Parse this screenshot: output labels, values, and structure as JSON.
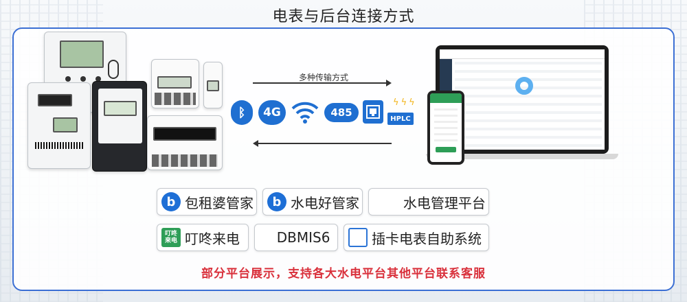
{
  "title": "电表与后台连接方式",
  "transmission_label": "多种传输方式",
  "protocols": {
    "bluetooth_icon": "bluetooth-icon",
    "fourg": "4G",
    "wifi_icon": "wifi-icon",
    "rs485": "485",
    "ethernet_icon": "ethernet-icon",
    "hplc": "HPLC"
  },
  "platforms": [
    {
      "name": "包租婆管家",
      "icon": "b-logo-icon"
    },
    {
      "name": "水电好管家",
      "icon": "b-logo-icon"
    },
    {
      "name": "水电管理平台",
      "icon": "house-gear-icon"
    },
    {
      "name": "叮咚来电",
      "icon": "dingdong-logo-icon",
      "logo_text": [
        "叮咚",
        "来电"
      ]
    },
    {
      "name": "DBMIS6",
      "icon": "recycle-logo-icon"
    },
    {
      "name": "插卡电表自助系统",
      "icon": "card-meter-icon"
    }
  ],
  "note": "部分平台展示，支持各大水电平台其他平台联系客服",
  "colors": {
    "accent": "#1f6fd1",
    "frame": "#3b6fd4",
    "note": "#d9303b"
  }
}
